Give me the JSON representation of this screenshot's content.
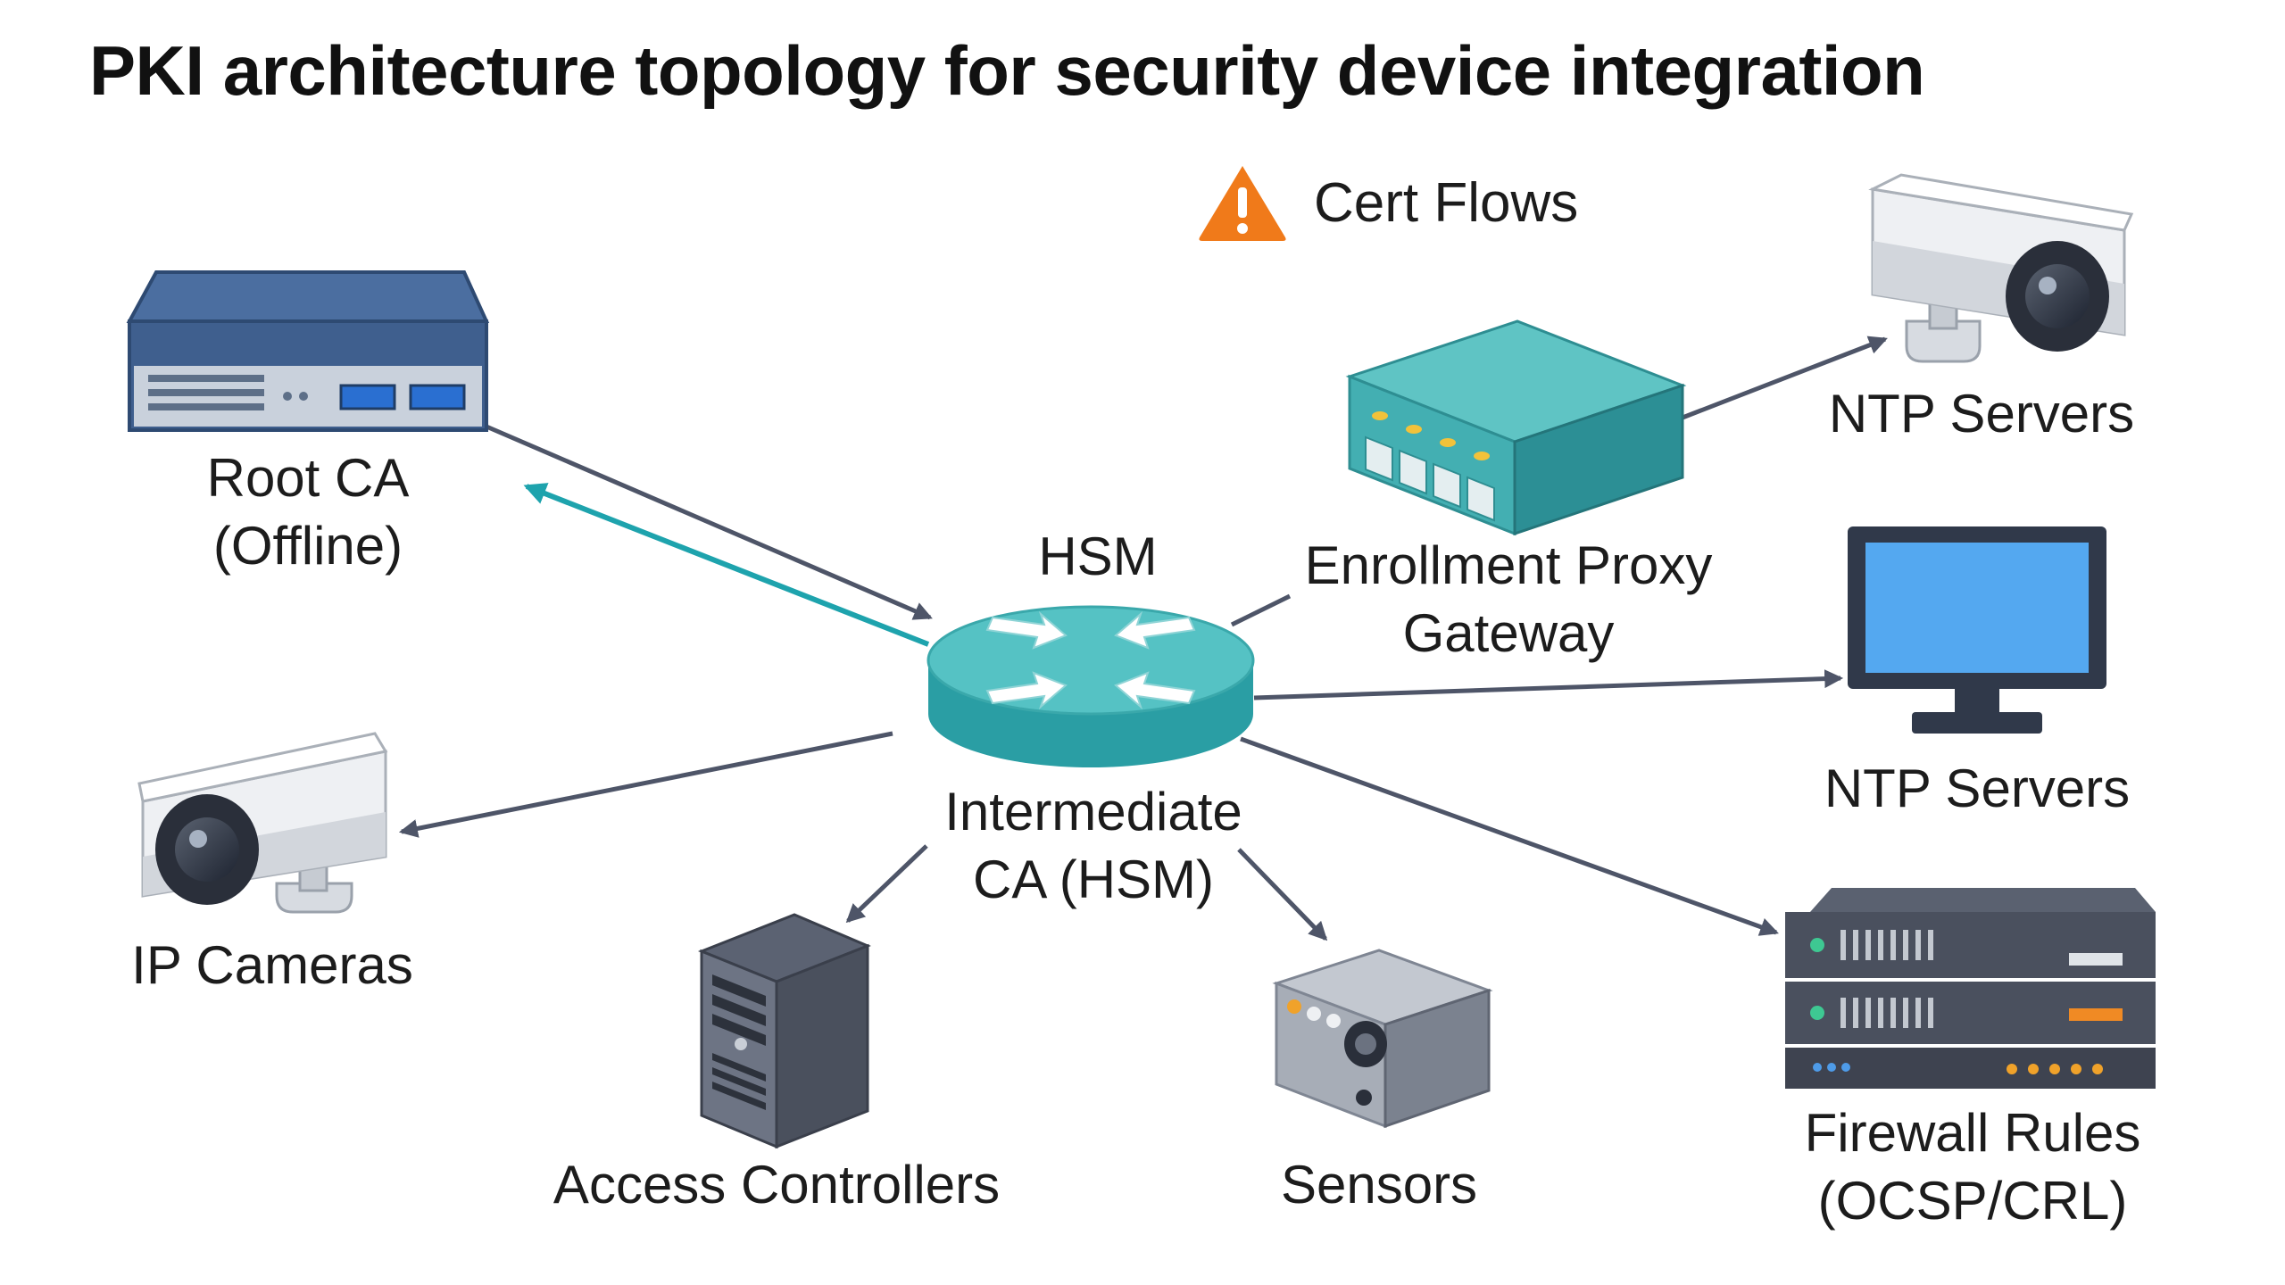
{
  "title": "PKI architecture topology for security device integration",
  "legend": {
    "label": "Cert Flows",
    "icon": "warning-triangle-icon",
    "color": "#f07a1a"
  },
  "colors": {
    "connector": "#4e5568",
    "highlight": "#1ea3ad",
    "hub_top": "#55c2c4",
    "hub_side": "#2a9ea4",
    "navy": "#3f5f8e",
    "teal": "#39a9ad",
    "screen": "#54a8f0"
  },
  "nodes": {
    "root_ca": {
      "icon": "server-appliance-icon",
      "lines": [
        "Root CA",
        "(Offline)"
      ]
    },
    "hub": {
      "icon": "router-hub-icon",
      "top_label": "HSM",
      "lines": [
        "Intermediate",
        "CA (HSM)"
      ]
    },
    "enrollment_proxy": {
      "icon": "network-switch-icon",
      "lines": [
        "Enrollment Proxy",
        "Gateway"
      ]
    },
    "ntp_camera": {
      "icon": "security-camera-icon",
      "lines": [
        "NTP Servers"
      ]
    },
    "ntp_monitor": {
      "icon": "monitor-icon",
      "lines": [
        "NTP Servers"
      ]
    },
    "firewall": {
      "icon": "rack-server-icon",
      "lines": [
        "Firewall Rules",
        "(OCSP/CRL)"
      ]
    },
    "ip_cameras": {
      "icon": "security-camera-icon",
      "lines": [
        "IP Cameras"
      ]
    },
    "access_controllers": {
      "icon": "tower-server-icon",
      "lines": [
        "Access Controllers"
      ]
    },
    "sensors": {
      "icon": "sensor-box-icon",
      "lines": [
        "Sensors"
      ]
    }
  }
}
